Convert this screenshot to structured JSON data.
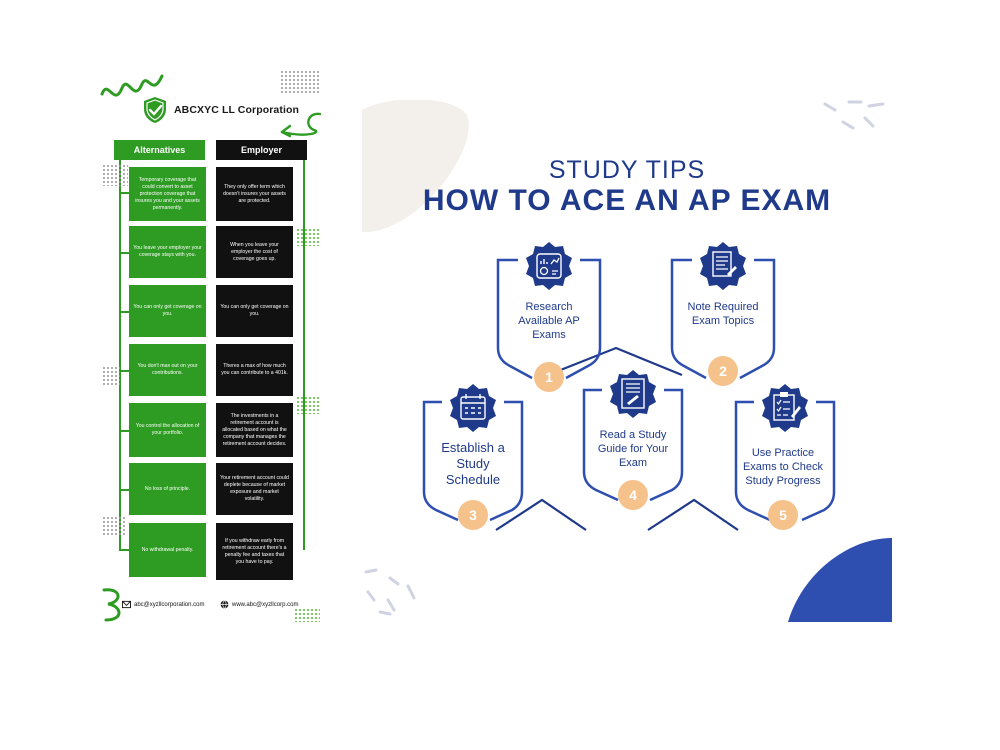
{
  "left": {
    "brand": "ABCXYC LL Corporation",
    "headers": {
      "alternatives": "Alternatives",
      "employer": "Employer"
    },
    "rows": [
      {
        "alt": "Temporary coverage that could convert to asset protection coverage that insures you and your assets permanently.",
        "emp": "They only offer term which doesn't insures your assets are protected."
      },
      {
        "alt": "You leave your employer your coverage stays with you.",
        "emp": "When you leave your employer the cost of coverage goes up."
      },
      {
        "alt": "You can only get coverage on you.",
        "emp": "You can only get coverage on you."
      },
      {
        "alt": "You don't max out on your contributions.",
        "emp": "Theres a max of how much you can contribute to a 401k."
      },
      {
        "alt": "You control the allocation of your portfolio.",
        "emp": "The investments in a retirement account is allocated based on what the company that manages the retirement account decides."
      },
      {
        "alt": "No loss of principle.",
        "emp": "Your retirement account could deplete because of market exposure and market volatility."
      },
      {
        "alt": "No withdrawal penalty.",
        "emp": "If you withdraw early from retirement account there's a penalty fee and taxes that you have to pay."
      }
    ],
    "footer": {
      "email": "abc@xyzllcorporation.com",
      "website": "www.abc@xyzllcorp.com"
    }
  },
  "right": {
    "title_line1": "STUDY TIPS",
    "title_line2": "HOW TO ACE AN AP EXAM",
    "steps": [
      {
        "number": "1",
        "label": "Research Available AP Exams",
        "icon": "analytics-icon"
      },
      {
        "number": "2",
        "label": "Note Required Exam Topics",
        "icon": "document-icon"
      },
      {
        "number": "3",
        "label": "Establish a Study Schedule",
        "icon": "calendar-icon"
      },
      {
        "number": "4",
        "label": "Read a Study Guide for Your Exam",
        "icon": "study-guide-icon"
      },
      {
        "number": "5",
        "label": "Use Practice Exams to Check Study Progress",
        "icon": "checklist-icon"
      }
    ],
    "colors": {
      "navy": "#1f3a8a",
      "peach": "#f6c28b",
      "blob": "#f3efea",
      "corner": "#2f4fb0"
    }
  }
}
